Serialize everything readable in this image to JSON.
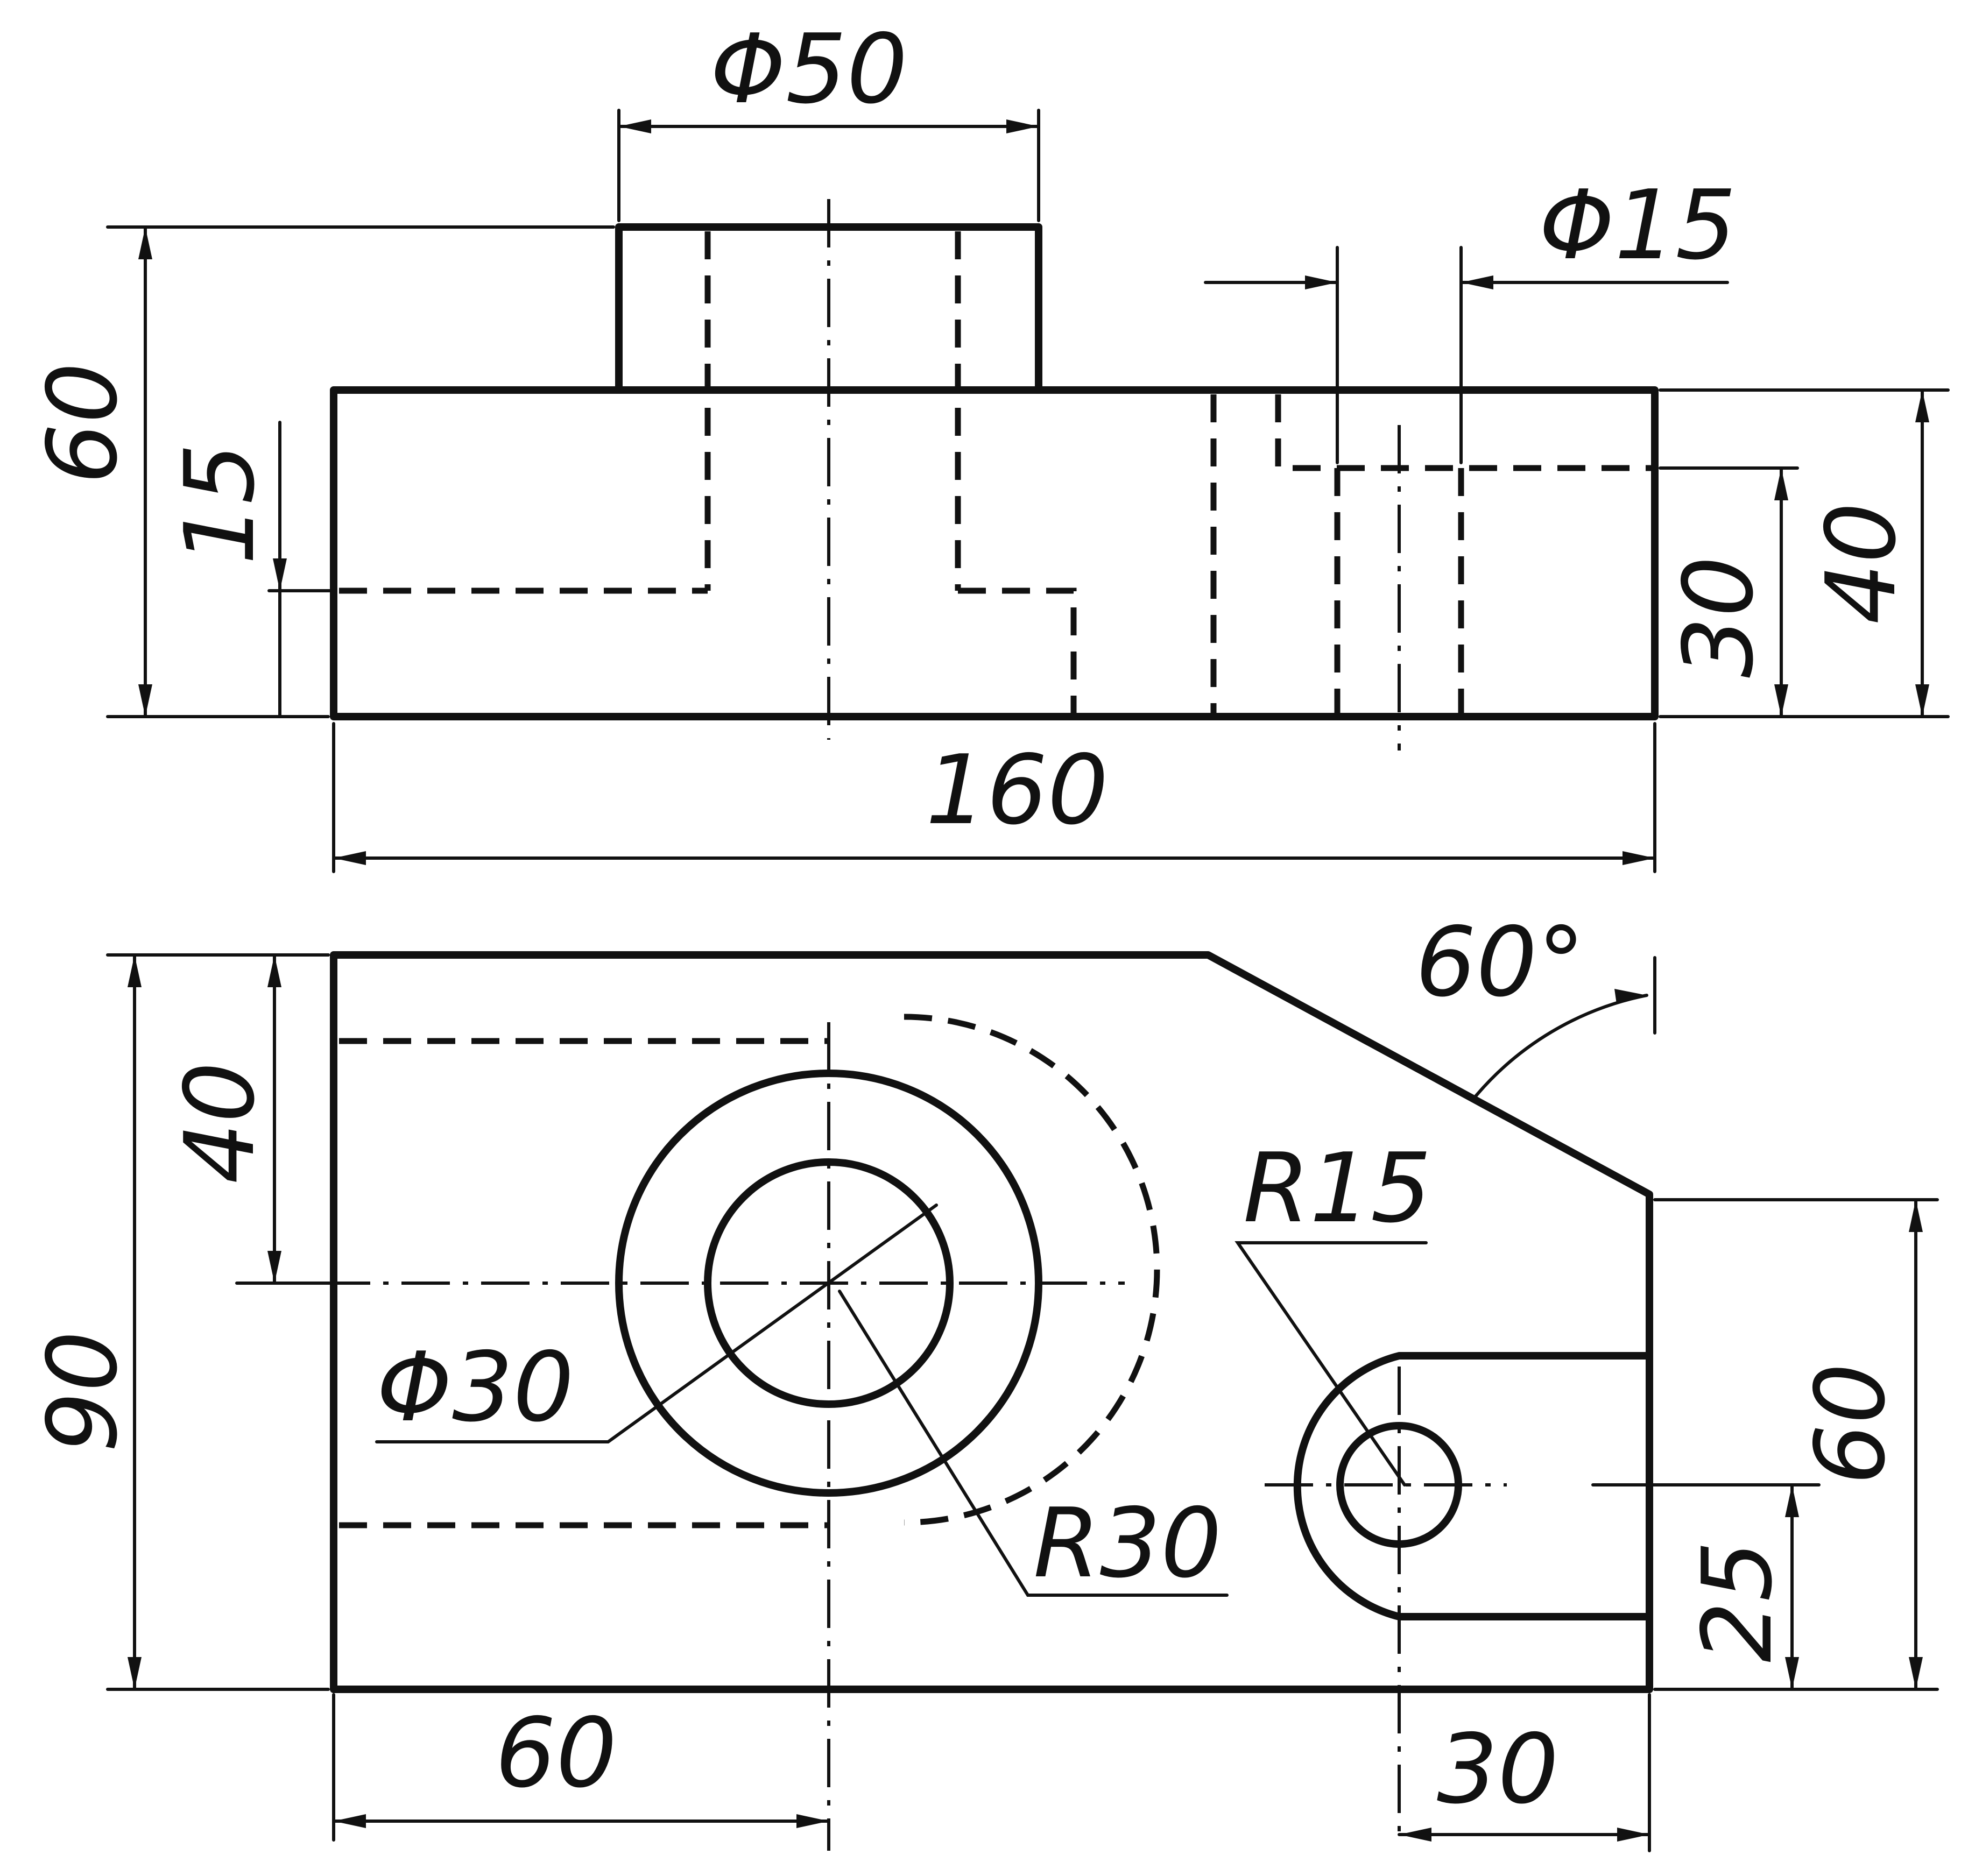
{
  "drawing": {
    "front_view": {
      "boss_diameter": "Φ50",
      "hole_diameter": "Φ15",
      "overall_height": "60",
      "recess_depth": "15",
      "overall_length": "160",
      "counterbore_depth": "30",
      "base_height": "40"
    },
    "top_view": {
      "chamfer_angle": "60°",
      "partial_depth": "40",
      "overall_width": "90",
      "bore_diameter": "Φ30",
      "boss_radius": "R30",
      "lug_radius": "R15",
      "lug_height": "60",
      "lug_offset": "25",
      "bore_position": "60",
      "lug_position": "30"
    }
  }
}
